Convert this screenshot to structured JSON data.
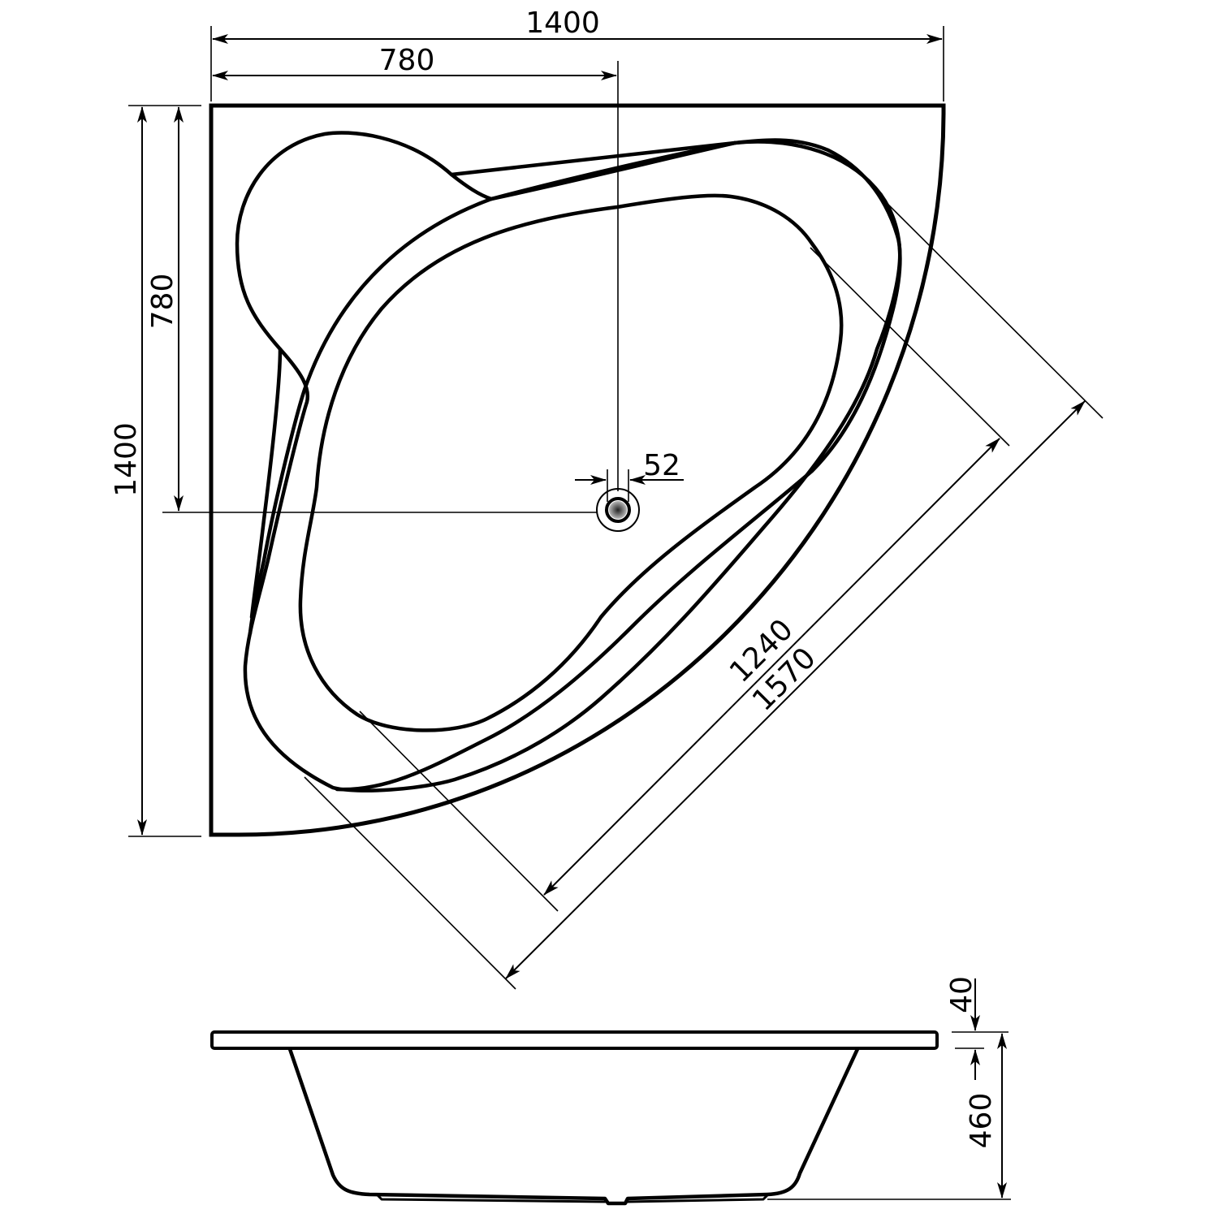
{
  "drawing": {
    "title": "Corner bathtub technical drawing",
    "colors": {
      "line": "#000000",
      "background": "#ffffff"
    }
  },
  "plan_view": {
    "dimensions": {
      "top_width": "1400",
      "top_drain_offset": "780",
      "left_height": "1400",
      "left_drain_offset": "780",
      "drain_diameter": "52",
      "inner_diagonal": "1240",
      "outer_diagonal": "1570"
    },
    "features": [
      "headrest",
      "seat-ledge",
      "inner-basin",
      "drain"
    ]
  },
  "side_view": {
    "dimensions": {
      "rim_thickness": "40",
      "depth": "460"
    }
  }
}
